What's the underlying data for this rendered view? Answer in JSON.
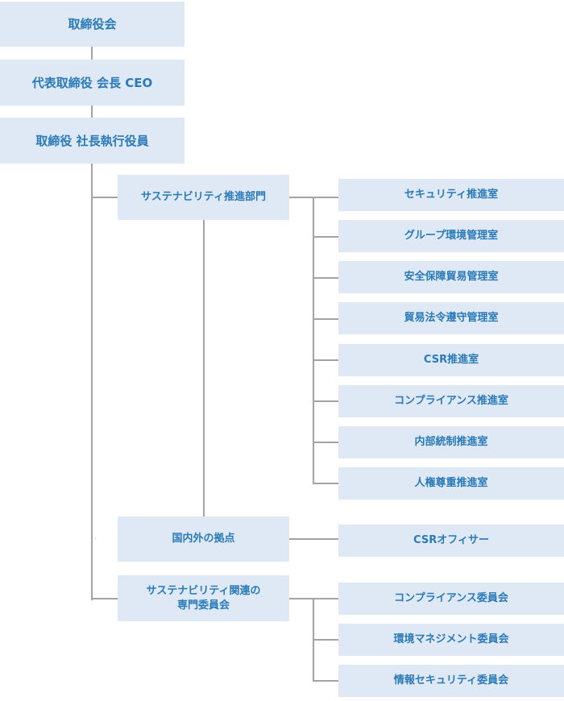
{
  "org_chart": {
    "board": "取締役会",
    "chairman": "代表取締役 会長 CEO",
    "president": "取締役 社長執行役員",
    "divisions": [
      {
        "name": "サステナビリティ推進部門",
        "units": [
          "セキュリティ推進室",
          "グループ環境管理室",
          "安全保障貿易管理室",
          "貿易法令遵守管理室",
          "CSR推進室",
          "コンプライアンス推進室",
          "内部統制推進室",
          "人権尊重推進室"
        ]
      },
      {
        "name": "国内外の拠点",
        "units": [
          "CSRオフィサー"
        ]
      },
      {
        "name_lines": [
          "サステナビリティ関連の",
          "専門委員会"
        ],
        "units": [
          "コンプライアンス委員会",
          "環境マネジメント委員会",
          "情報セキュリティ委員会"
        ]
      }
    ]
  },
  "colors": {
    "box_fill": "#dfe9f5",
    "text": "#2a7ab8",
    "connector": "#a3a3a3"
  }
}
